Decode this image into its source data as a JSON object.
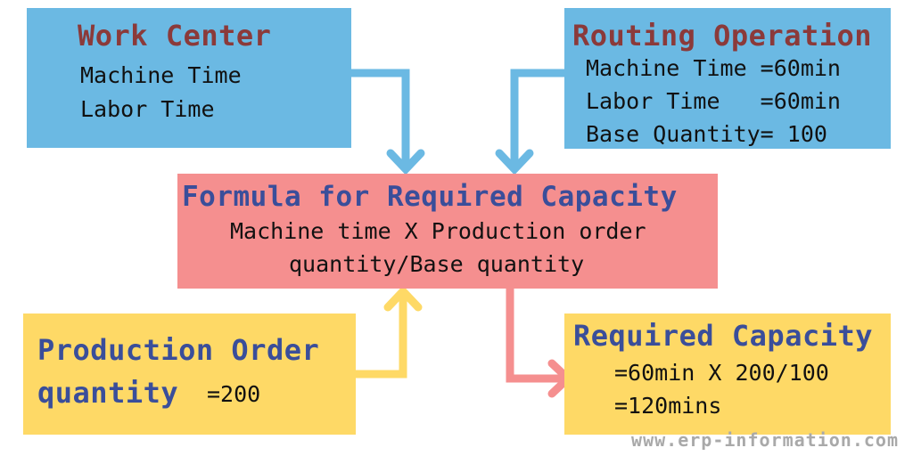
{
  "colors": {
    "blue_box": "#6bb9e3",
    "red_box": "#f58f8f",
    "yellow_box": "#fed966",
    "title_red": "#8b3a3a",
    "title_navy": "#3a4e9a",
    "arrow_blue": "#6bb9e3",
    "arrow_yellow": "#fed966",
    "arrow_red": "#f58f8f"
  },
  "work_center": {
    "title": "Work Center",
    "lines": [
      "Machine Time",
      "Labor Time"
    ]
  },
  "routing_operation": {
    "title": "Routing Operation",
    "lines": [
      "Machine Time =60min",
      "Labor Time   =60min",
      "Base Quantity= 100"
    ]
  },
  "formula": {
    "title": "Formula for Required Capacity",
    "lines": [
      "Machine time X Production order",
      "quantity/Base quantity"
    ]
  },
  "production_order": {
    "title_line1": "Production Order",
    "title_line2": "quantity",
    "value": "=200"
  },
  "required_capacity": {
    "title": "Required Capacity",
    "lines": [
      "=60min X 200/100",
      "=120mins"
    ]
  },
  "footer": {
    "url": "www.erp-information.com"
  }
}
